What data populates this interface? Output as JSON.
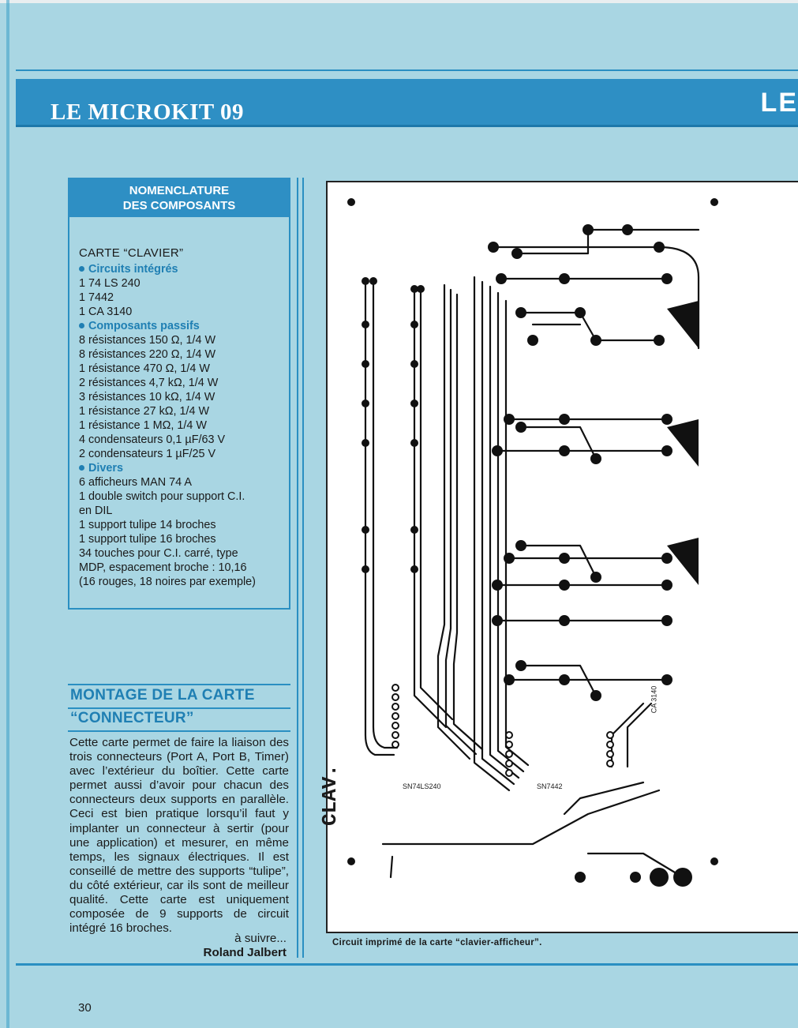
{
  "header": {
    "title": "LE MICROKIT 09",
    "right_fragment": "LE"
  },
  "nomenclature": {
    "heading_line1": "NOMENCLATURE",
    "heading_line2": "DES COMPOSANTS",
    "section": "CARTE “CLAVIER”",
    "categories": [
      {
        "title": "Circuits intégrés",
        "items": [
          "1 74 LS 240",
          "1 7442",
          "1 CA 3140"
        ]
      },
      {
        "title": "Composants passifs",
        "items": [
          "8 résistances 150 Ω, 1/4 W",
          "8 résistances 220 Ω, 1/4 W",
          "1 résistance 470 Ω, 1/4 W",
          "2 résistances 4,7 kΩ, 1/4 W",
          "3 résistances 10 kΩ, 1/4 W",
          "1 résistance 27 kΩ, 1/4 W",
          "1 résistance 1 MΩ, 1/4 W",
          "4 condensateurs 0,1 µF/63 V",
          "2 condensateurs 1 µF/25 V"
        ]
      },
      {
        "title": "Divers",
        "items": [
          "6 afficheurs MAN 74 A",
          "1 double switch pour support C.I.",
          "en DIL",
          "1 support tulipe 14 broches",
          "1 support tulipe 16 broches",
          "34 touches pour C.I. carré, type",
          "MDP, espacement broche : 10,16",
          "(16 rouges, 18 noires par exemple)"
        ]
      }
    ]
  },
  "montage": {
    "title_line1": "MONTAGE DE LA CARTE",
    "title_line2": "“CONNECTEUR”",
    "body": "Cette carte permet de faire la liaison des trois connecteurs (Port A, Port B, Timer) avec l’extérieur du boîtier. Cette carte permet aussi d’avoir pour chacun des connecteurs deux supports en parallèle. Ceci est bien pratique lorsqu’il faut y implanter un connecteur à sertir (pour une application) et mesurer, en même temps, les signaux électriques. Il est conseillé de mettre des supports “tulipe”, du côté extérieur, car ils sont de meilleur qualité. Cette carte est uniquement composée de 9 supports de circuit intégré 16 broches.",
    "to_be_continued": "à suivre...",
    "author": "Roland Jalbert"
  },
  "figure": {
    "caption": "Circuit imprimé de la carte “clavier-afficheur”.",
    "label_clav": "CLAV.",
    "ic_labels": [
      "SN74LS240",
      "SN7442",
      "CA 3140"
    ]
  },
  "page_number": "30",
  "colors": {
    "background": "#a9d6e3",
    "accent": "#2e8fc4",
    "heading_blue": "#1f7fb3"
  }
}
